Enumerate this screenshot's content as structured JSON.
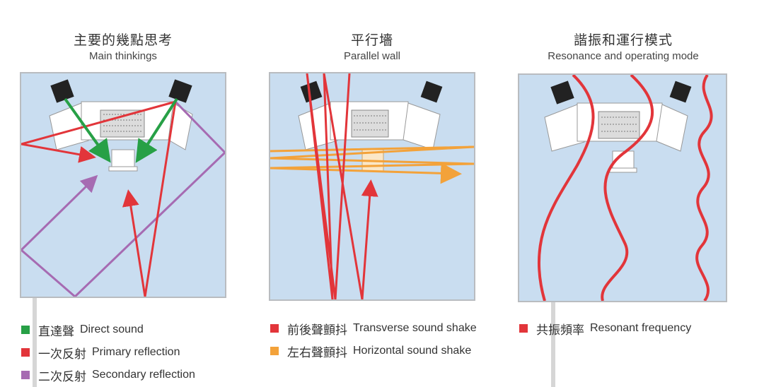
{
  "colors": {
    "room": "#c9ddf0",
    "wall": "#b9bcc0",
    "direct": "#27a046",
    "primary": "#e2353a",
    "secondary": "#a66bb2",
    "horizontal": "#f3a23a",
    "resonance": "#e2353a"
  },
  "panels": [
    {
      "title_zh": "主要的幾點思考",
      "title_en": "Main thinkings"
    },
    {
      "title_zh": "平行墻",
      "title_en": "Parallel wall"
    },
    {
      "title_zh": "諧振和運行模式",
      "title_en": "Resonance and operating mode"
    }
  ],
  "legend": {
    "left": [
      {
        "zh": "直達聲",
        "en": "Direct sound",
        "color": "#27a046"
      },
      {
        "zh": "一次反射",
        "en": "Primary reflection",
        "color": "#e2353a"
      },
      {
        "zh": "二次反射",
        "en": "Secondary reflection",
        "color": "#a66bb2"
      }
    ],
    "middle": [
      {
        "zh": "前後聲顫抖",
        "en": "Transverse sound shake",
        "color": "#e2353a"
      },
      {
        "zh": "左右聲顫抖",
        "en": "Horizontal sound shake",
        "color": "#f3a23a"
      }
    ],
    "right": [
      {
        "zh": "共振頻率",
        "en": "Resonant frequency",
        "color": "#e2353a"
      }
    ]
  },
  "icons": [
    "speaker-icon",
    "mixing-console-icon",
    "chair-icon"
  ]
}
